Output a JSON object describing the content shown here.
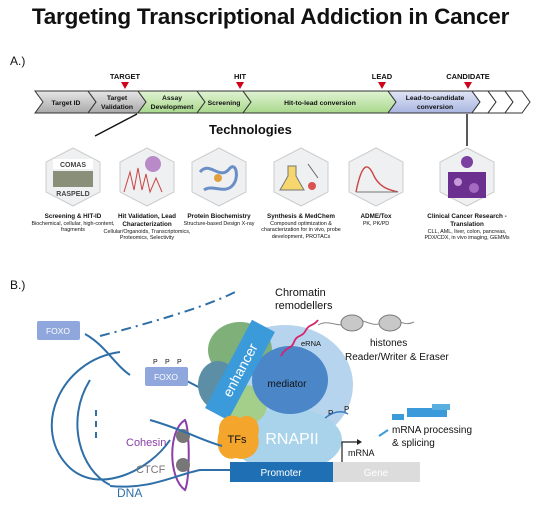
{
  "title": "Targeting Transcriptional Addiction in Cancer",
  "section_a": "A.)",
  "section_b": "B.)",
  "milestones": [
    "TARGET",
    "HIT",
    "LEAD",
    "CANDIDATE"
  ],
  "pipeline": [
    {
      "label": "Target ID",
      "color": "#c8c8c8"
    },
    {
      "label": "Target Validation",
      "color": "#c8c8c8"
    },
    {
      "label": "Assay Development",
      "color": "#c6e6b4"
    },
    {
      "label": "Screening",
      "color": "#c6e6b4"
    },
    {
      "label": "Hit-to-lead conversion",
      "color": "#c6e6b4"
    },
    {
      "label": "Lead-to-candidate conversion",
      "color": "#c5cdea"
    }
  ],
  "technologies_heading": "Technologies",
  "technologies": [
    {
      "icon": "compas-raspeld-logo-icon",
      "title": "Screening & HIT-ID",
      "sub": "Biochemical, cellular, high-content, fragments",
      "logo1": "COMAS",
      "logo2": "RASPELD"
    },
    {
      "icon": "cell-imaging-chart-icon",
      "title": "Hit Validation, Lead Characterization",
      "sub": "Cellular/Organoids, Transcriptomics, Proteomics, Selectivity"
    },
    {
      "icon": "protein-structure-icon",
      "title": "Protein Biochemistry",
      "sub": "Structure-based Design X-ray"
    },
    {
      "icon": "chemistry-lab-icon",
      "title": "Synthesis & MedChem",
      "sub": "Compound optimization & characterization for in vivo, probe development, PROTACs"
    },
    {
      "icon": "pk-curve-icon",
      "title": "ADME/Tox",
      "sub": "PK, PK/PD"
    },
    {
      "icon": "clinical-research-icon",
      "title": "Clinical Cancer Research - Translation",
      "sub": "CLL, AML, liver, colon, pancreas, PDX/CDX, in vivo imaging, GEMMs"
    }
  ],
  "diagram": {
    "foxo_top": "FOXO",
    "foxo_mid": "FOXO",
    "phospho": "P",
    "chromatin": "Chromatin remodellers",
    "histones": "histones",
    "reader": "Reader/Writer & Eraser",
    "enhancer": "enhancer",
    "erna": "eRNA",
    "mediator": "mediator",
    "rnapii": "RNAPII",
    "tfs": "TFs",
    "cohesin": "Cohesin",
    "ctcf": "CTCF",
    "dna": "DNA",
    "promoter": "Promoter",
    "gene": "Gene",
    "mrna": "mRNA",
    "mrna_processing": "mRNA processing & splicing"
  },
  "colors": {
    "milestone_marker": "#d0021b",
    "foxo_box": "#8fa7dc",
    "enhancer": "#3b9ad9",
    "mediator": "#4a86c8",
    "rnapii": "#a9d3ea",
    "tfs": "#f3a52c",
    "promoter": "#1f6fb5",
    "gene": "#dcdcdc",
    "erna": "#d6246e",
    "dna": "#2f6fa8",
    "cohesin": "#8b3fa8",
    "green_module": "#9ccc80"
  }
}
